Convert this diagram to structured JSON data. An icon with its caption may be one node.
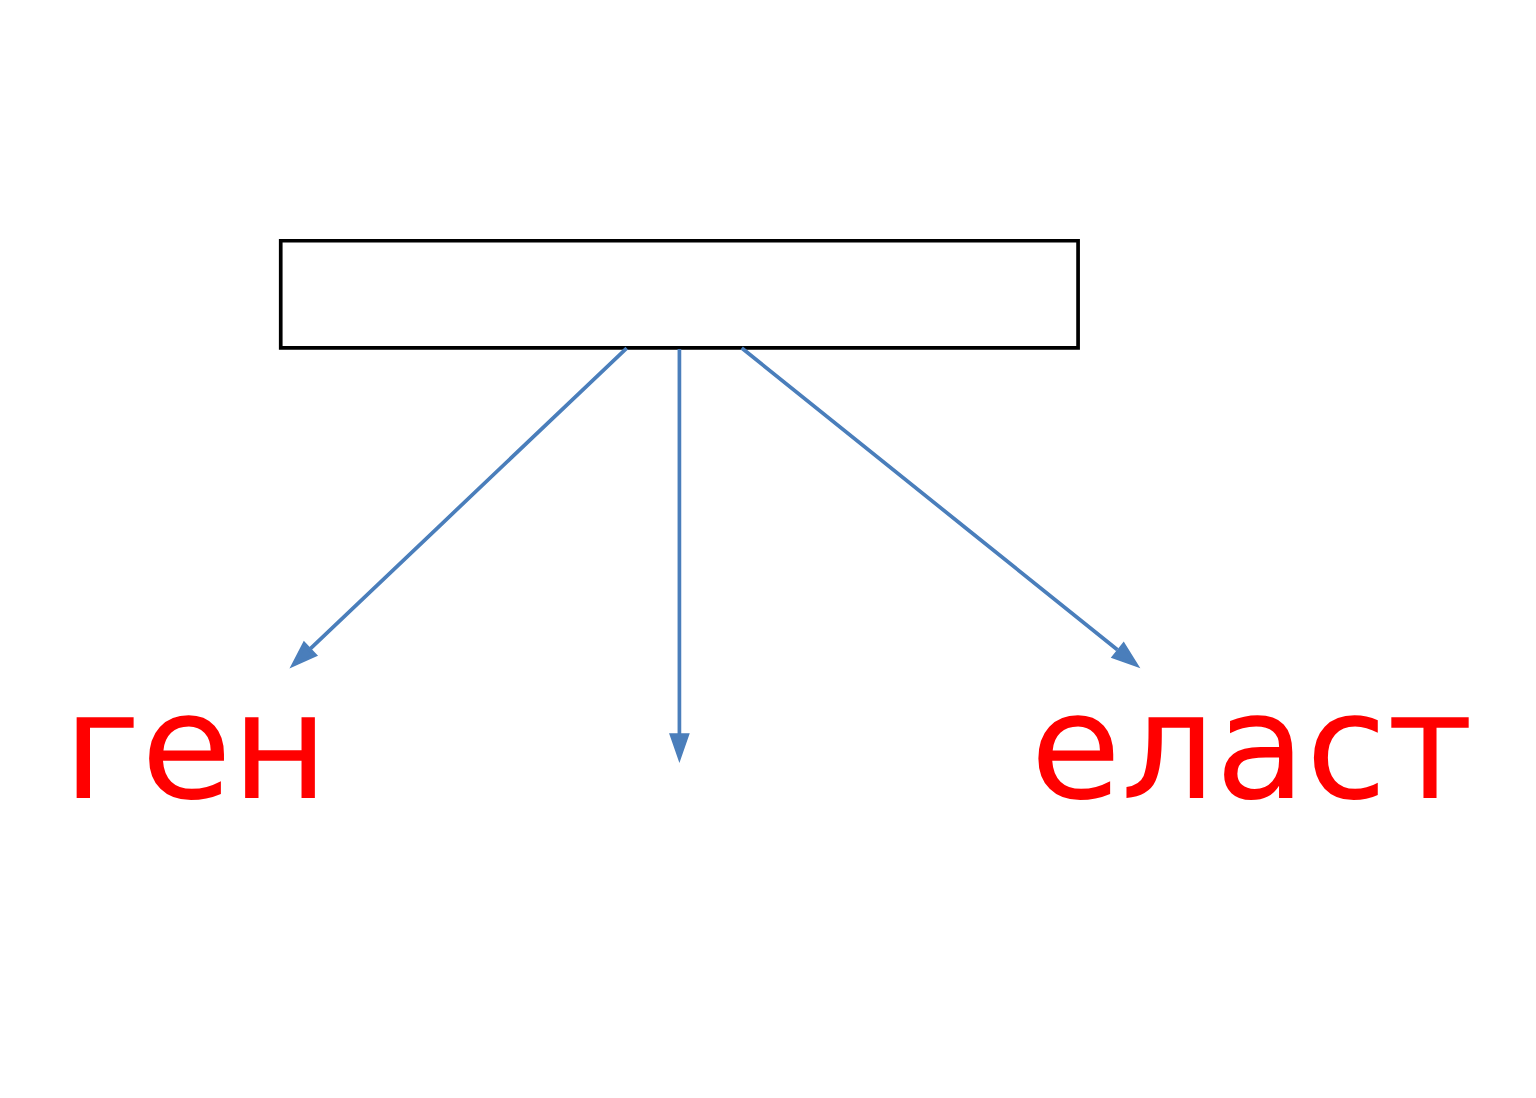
{
  "diagram": {
    "nodes": [
      {
        "text": [],
        "shape": "box"
      },
      {
        "text": [
          "ген"
        ]
      },
      {
        "text": [
          "еласт"
        ]
      }
    ],
    "edges": [
      {
        "from": 0,
        "to": 1,
        "arrow": "to"
      },
      {
        "from": 0,
        "to": null,
        "arrow": "to"
      },
      {
        "from": 0,
        "to": 2,
        "arrow": "to"
      }
    ]
  }
}
